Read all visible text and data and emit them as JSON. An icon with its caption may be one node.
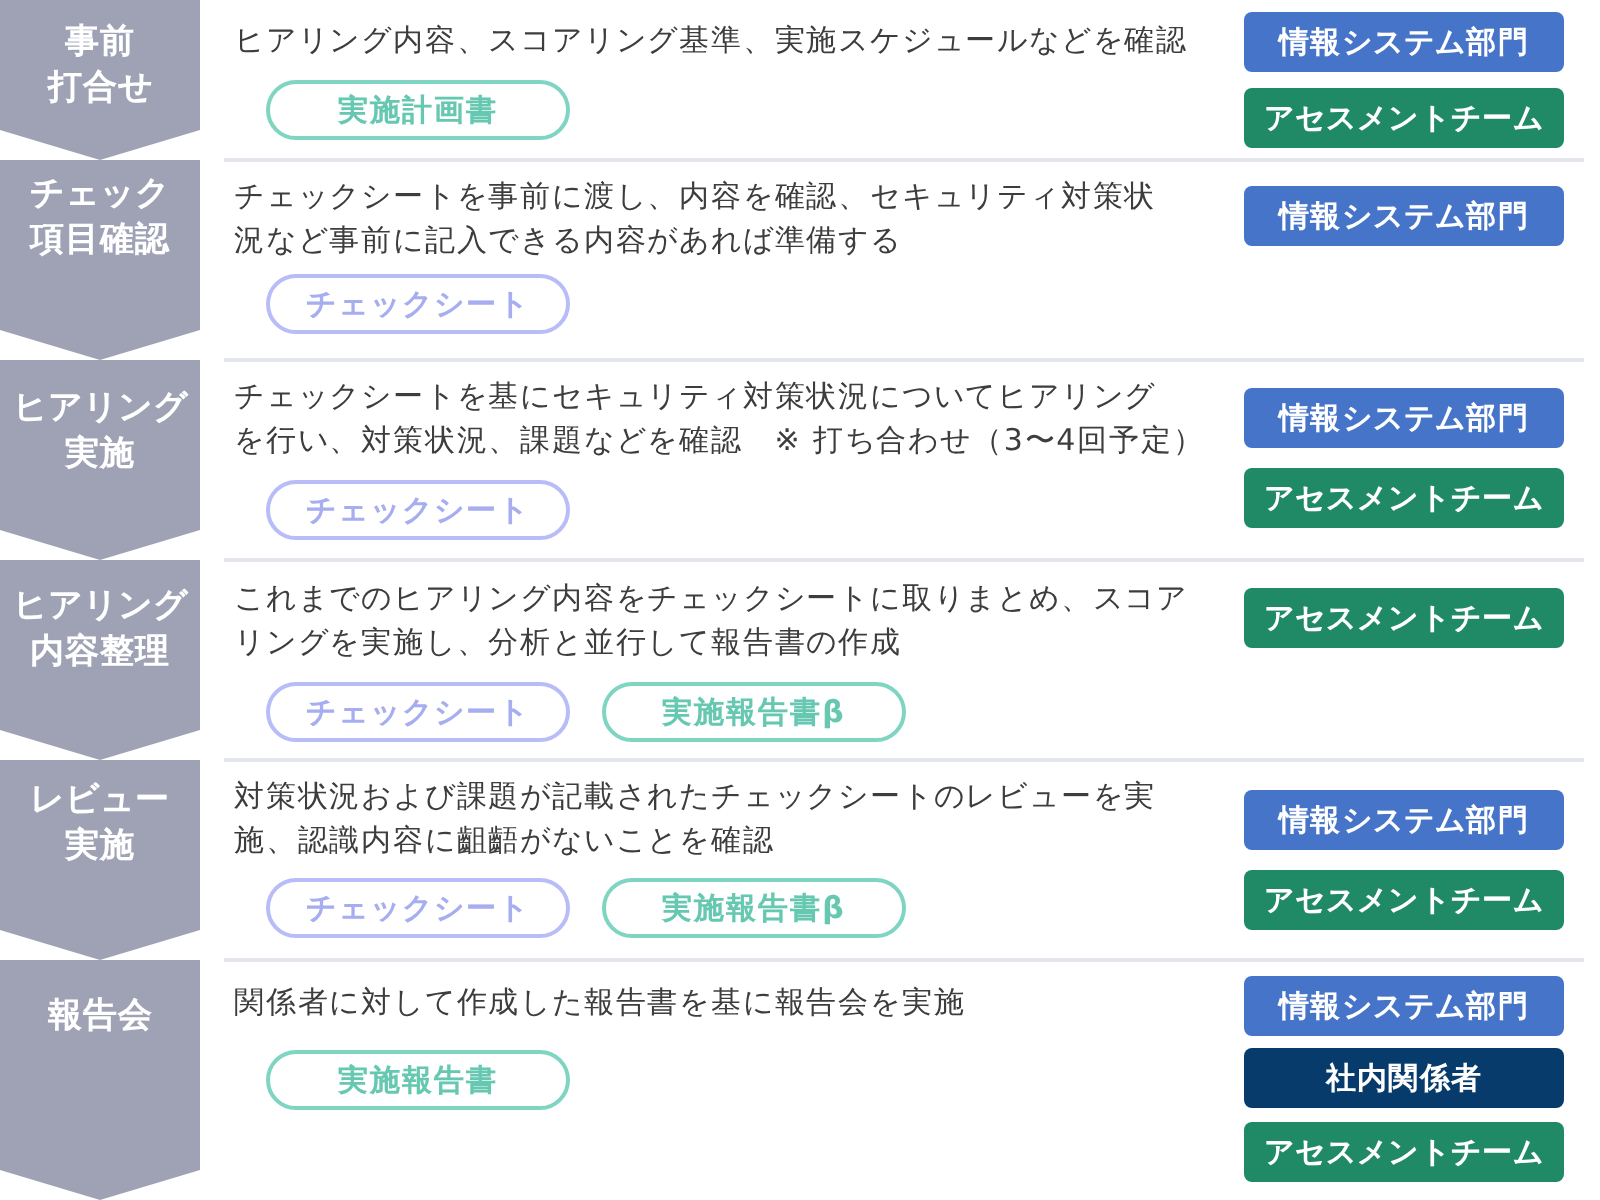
{
  "diagram": {
    "nodes": [
      {
        "text": [
          "事前打合せ"
        ]
      },
      {
        "text": [
          "実施計画書"
        ]
      },
      {
        "text": [
          "情報システム部門"
        ]
      },
      {
        "text": [
          "アセスメントチーム"
        ]
      },
      {
        "text": [
          "チェック項目確認"
        ]
      },
      {
        "text": [
          "チェックシート"
        ]
      },
      {
        "text": [
          "情報システム部門"
        ]
      },
      {
        "text": [
          "ヒアリング実施"
        ]
      },
      {
        "text": [
          "チェックシート"
        ]
      },
      {
        "text": [
          "情報システム部門"
        ]
      },
      {
        "text": [
          "アセスメントチーム"
        ]
      },
      {
        "text": [
          "ヒアリング内容整理"
        ]
      },
      {
        "text": [
          "チェックシート"
        ]
      },
      {
        "text": [
          "実施報告書β"
        ]
      },
      {
        "text": [
          "アセスメントチーム"
        ]
      },
      {
        "text": [
          "レビュー実施"
        ]
      },
      {
        "text": [
          "チェックシート"
        ]
      },
      {
        "text": [
          "実施報告書β"
        ]
      },
      {
        "text": [
          "情報システム部門"
        ]
      },
      {
        "text": [
          "アセスメントチーム"
        ]
      },
      {
        "text": [
          "報告会"
        ]
      },
      {
        "text": [
          "実施報告書"
        ]
      },
      {
        "text": [
          "情報システム部門"
        ]
      },
      {
        "text": [
          "社内関係者"
        ]
      },
      {
        "text": [
          "アセスメントチーム"
        ]
      }
    ],
    "edges": [
      {
        "from": 0,
        "to": 4,
        "arrow": "to"
      },
      {
        "from": 4,
        "to": 7,
        "arrow": "to"
      },
      {
        "from": 7,
        "to": 11,
        "arrow": "to"
      },
      {
        "from": 11,
        "to": 15,
        "arrow": "to"
      },
      {
        "from": 15,
        "to": 20,
        "arrow": "to"
      },
      {
        "from": 20,
        "to": null,
        "arrow": "to"
      }
    ],
    "labels": [
      "ヒアリング内容、スコアリング基準、実施スケジュールなどを確認",
      "チェックシートを事前に渡し、内容を確認、セキュリティ対策状況など事前に記入できる内容があれば準備する",
      "チェックシートを基にセキュリティ対策状況についてヒアリングを行い、対策状況、課題などを確認　※ 打ち合わせ（3〜4回予定）",
      "これまでのヒアリング内容をチェックシートに取りまとめ、スコアリングを実施し、分析と並行して報告書の作成",
      "対策状況および課題が記載されたチェックシートのレビューを実施、認識内容に齟齬がないことを確認",
      "関係者に対して作成した報告書を基に報告会を実施"
    ]
  }
}
